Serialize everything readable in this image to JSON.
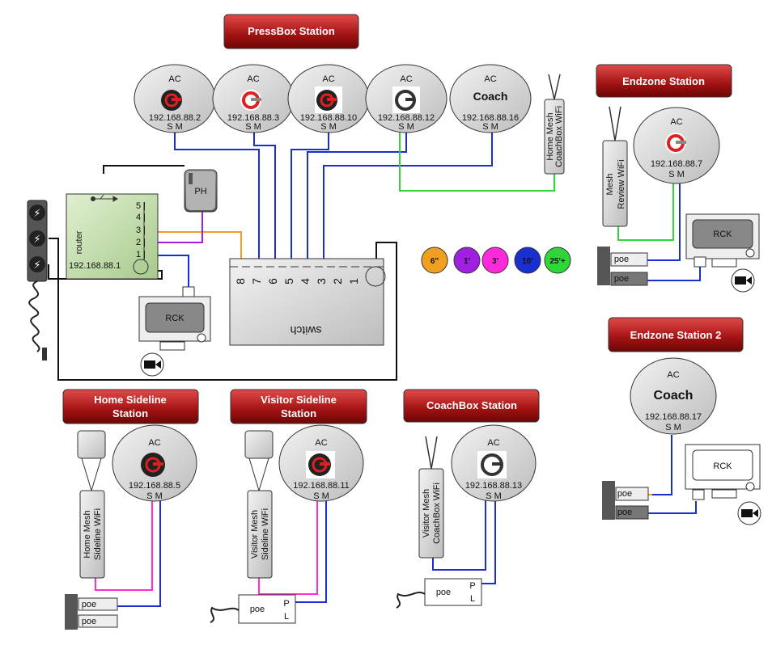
{
  "stations": {
    "pressbox": {
      "title": "PressBox Station",
      "aps": [
        {
          "type": "AC",
          "ip": "192.168.88.2",
          "ports": "S M"
        },
        {
          "type": "AC",
          "ip": "192.168.88.3",
          "ports": "S M"
        },
        {
          "type": "AC",
          "ip": "192.168.88.10",
          "ports": "S M"
        },
        {
          "type": "AC",
          "ip": "192.168.88.12",
          "ports": "S M"
        },
        {
          "type": "AC",
          "label": "Coach",
          "ip": "192.168.88.16",
          "ports": "S M"
        }
      ],
      "mesh": {
        "line1": "Home Mesh",
        "line2": "CoachBox WiFi"
      }
    },
    "endzone": {
      "title": "Endzone Station",
      "ap": {
        "type": "AC",
        "ip": "192.168.88.7",
        "ports": "S M"
      },
      "mesh": {
        "line1": "Mesh",
        "line2": "Review  WiFi"
      },
      "poe": [
        "poe",
        "poe"
      ]
    },
    "endzone2": {
      "title": "Endzone Station 2",
      "ap": {
        "type": "AC",
        "label": "Coach",
        "ip": "192.168.88.17",
        "ports": "S M"
      },
      "poe": [
        "poe",
        "poe"
      ]
    },
    "home_sideline": {
      "title_line1": "Home Sideline",
      "title_line2": "Station",
      "ap": {
        "type": "AC",
        "ip": "192.168.88.5",
        "ports": "S M"
      },
      "mesh": {
        "line1": "Home Mesh",
        "line2": "Sideline  WiFi"
      },
      "poe": [
        "poe",
        "poe"
      ]
    },
    "visitor_sideline": {
      "title_line1": "Visitor Sideline",
      "title_line2": "Station",
      "ap": {
        "type": "AC",
        "ip": "192.168.88.11",
        "ports": "S M"
      },
      "mesh": {
        "line1": "Visitor Mesh",
        "line2": "Sideline  WiFi"
      },
      "poe": {
        "label": "poe",
        "p": "P",
        "l": "L"
      }
    },
    "coachbox": {
      "title": "CoachBox Station",
      "ap": {
        "type": "AC",
        "ip": "192.168.88.13",
        "ports": "S M"
      },
      "mesh": {
        "line1": "Visitor Mesh",
        "line2": "CoachBox WiFi"
      },
      "poe": {
        "label": "poe",
        "p": "P",
        "l": "L"
      }
    }
  },
  "router": {
    "label": "router",
    "ip": "192.168.88.1",
    "ports": [
      "5 |",
      "4 |",
      "3 |",
      "2 |",
      "1 |"
    ]
  },
  "ph": {
    "label": "PH"
  },
  "switch": {
    "label": "switch",
    "ports": [
      "8",
      "7",
      "6",
      "5",
      "4",
      "3",
      "2",
      "1"
    ]
  },
  "rck_units": {
    "left": {
      "label": "RCK"
    },
    "endzone": {
      "label": "RCK"
    },
    "endzone2": {
      "label": "RCK"
    }
  },
  "legend": [
    {
      "label": "6\"",
      "color": "#f0a020"
    },
    {
      "label": "1'",
      "color": "#a020e0"
    },
    {
      "label": "3'",
      "color": "#ff2ad9"
    },
    {
      "label": "10'",
      "color": "#1a2fd0"
    },
    {
      "label": "25'+",
      "color": "#2ed63a"
    }
  ]
}
